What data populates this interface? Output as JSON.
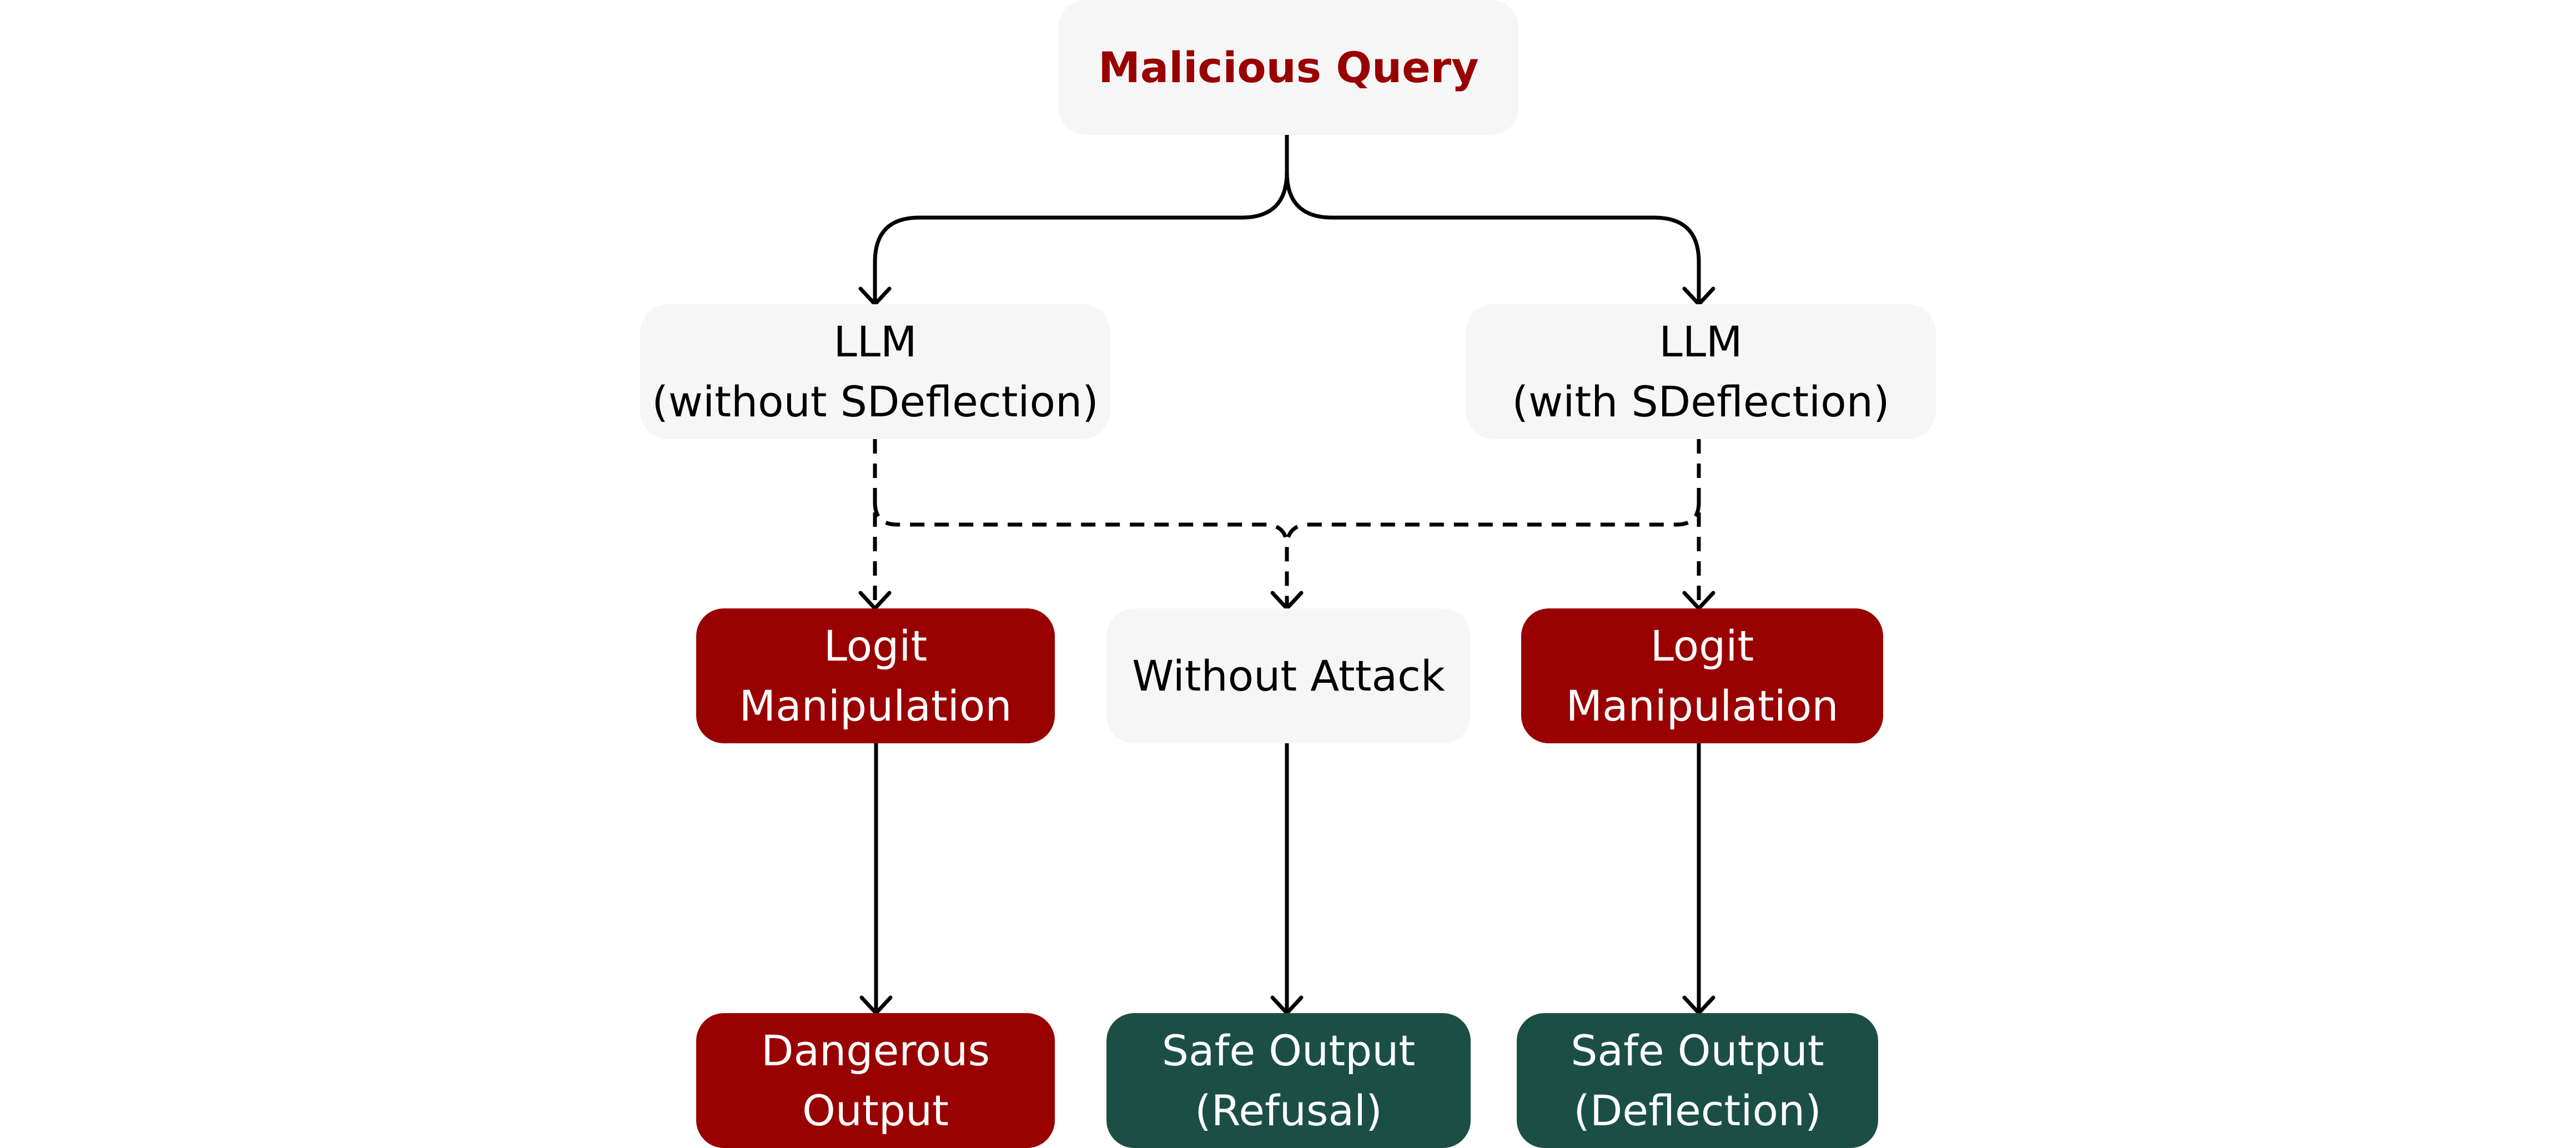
{
  "colors": {
    "title_text": "#990000",
    "danger": "#990000",
    "safe": "#1b4f46",
    "neutral": "#f6f6f6",
    "edge": "#000000"
  },
  "nodes": {
    "malicious_query": [
      "Malicious Query"
    ],
    "llm_without": [
      "LLM",
      "(without SDeflection)"
    ],
    "llm_with": [
      "LLM",
      "(with SDeflection)"
    ],
    "logit_left": [
      "Logit",
      "Manipulation"
    ],
    "without_attack": [
      "Without Attack"
    ],
    "logit_right": [
      "Logit",
      "Manipulation"
    ],
    "dangerous_output": [
      "Dangerous",
      "Output"
    ],
    "safe_refusal": [
      "Safe Output",
      "(Refusal)"
    ],
    "safe_deflection": [
      "Safe Output",
      "(Deflection)"
    ]
  }
}
